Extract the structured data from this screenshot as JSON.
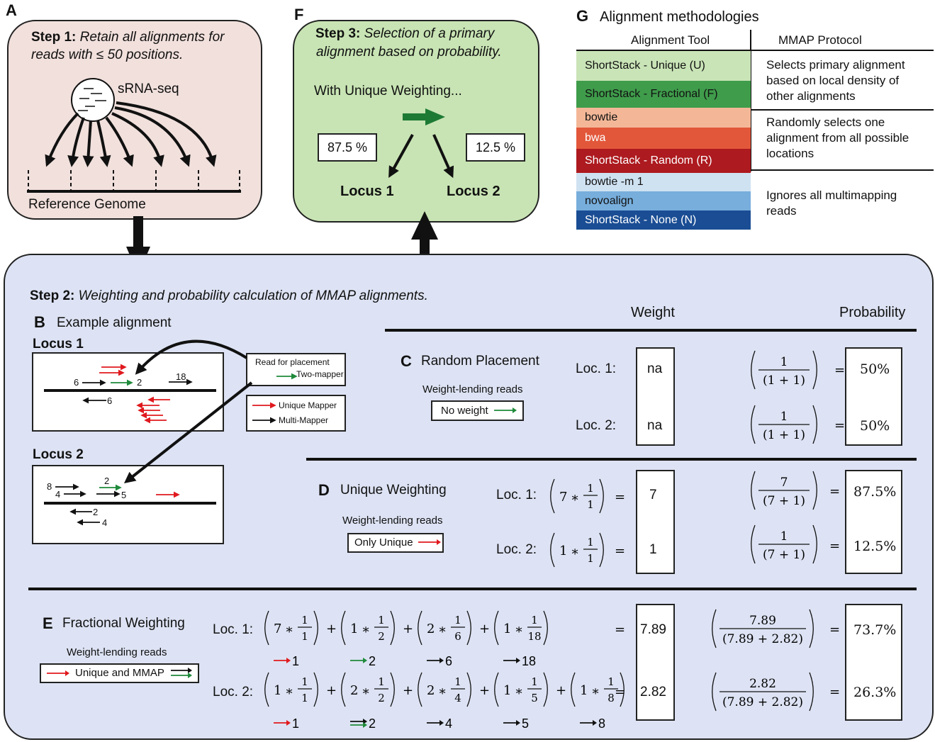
{
  "labels": {
    "a": "A",
    "b": "B",
    "c": "C",
    "d": "D",
    "e": "E",
    "f": "F",
    "g": "G"
  },
  "step1": {
    "bold": "Step 1:",
    "line1": "Retain all alignments for",
    "line2": "reads with ≤ 50 positions.",
    "srna": "sRNA-seq",
    "ref": "Reference Genome"
  },
  "step3": {
    "bold": "Step 3:",
    "line1": "Selection of a primary",
    "line2": "alignment based on probability.",
    "weighting": "With Unique Weighting...",
    "pct1": "87.5 %",
    "pct2": "12.5 %",
    "locus1": "Locus 1",
    "locus2": "Locus 2"
  },
  "g": {
    "title": "Alignment methodologies",
    "col1": "Alignment Tool",
    "col2": "MMAP Protocol",
    "tools": [
      {
        "name": "ShortStack - Unique (U)",
        "color": "#c9e4b7"
      },
      {
        "name": "ShortStack - Fractional (F)",
        "color": "#3f9c4b"
      },
      {
        "name": "bowtie",
        "color": "#f3b797"
      },
      {
        "name": "bwa",
        "color": "#e2573a"
      },
      {
        "name": "ShortStack - Random (R)",
        "color": "#ad1a1f"
      },
      {
        "name": "bowtie -m 1",
        "color": "#cfe2f2"
      },
      {
        "name": "novoalign",
        "color": "#77aedc"
      },
      {
        "name": "ShortStack - None (N)",
        "color": "#1a4d94"
      }
    ],
    "protocols": [
      {
        "l1": "Selects primary alignment",
        "l2": "based on local density of",
        "l3": "other alignments"
      },
      {
        "l1": "Randomly selects one",
        "l2": "alignment from all possible",
        "l3": "locations"
      },
      {
        "l1": "Ignores all multimapping",
        "l2": "reads",
        "l3": ""
      }
    ]
  },
  "step2": {
    "bold": "Step 2:",
    "text": "Weighting and probability calculation of MMAP alignments.",
    "weight_h": "Weight",
    "prob_h": "Probability"
  },
  "b": {
    "title": "Example alignment",
    "locus1": "Locus 1",
    "locus2": "Locus 2",
    "l1_6a": "6",
    "l1_2": "2",
    "l1_18": "18",
    "l1_6b": "6",
    "l2_8": "8",
    "l2_4a": "4",
    "l2_2a": "2",
    "l2_5": "5",
    "l2_2b": "2",
    "l2_4b": "4",
    "legend1_l1": "Read for placement",
    "legend1_l2": "Two-mapper",
    "legend2_l1": "Unique Mapper",
    "legend2_l2": "Multi-Mapper"
  },
  "c": {
    "title": "Random Placement",
    "wlr": "Weight-lending reads",
    "box": "No weight",
    "loc1": "Loc. 1:",
    "loc2": "Loc. 2:",
    "w1": "na",
    "w2": "na",
    "num": "1",
    "den": "(1 + 1)",
    "p1": "50%",
    "p2": "50%"
  },
  "d": {
    "title": "Unique Weighting",
    "wlr": "Weight-lending reads",
    "box": "Only Unique",
    "loc1": "Loc. 1:",
    "loc2": "Loc. 2:",
    "e1a": "7",
    "e2a": "1",
    "one": "1",
    "w1": "7",
    "w2": "1",
    "n1": "7",
    "n2": "1",
    "den": "(7 + 1)",
    "p1": "87.5%",
    "p2": "12.5%"
  },
  "e": {
    "title": "Fractional Weighting",
    "wlr": "Weight-lending reads",
    "box": "Unique and MMAP",
    "loc1": "Loc. 1:",
    "loc2": "Loc. 2:",
    "l1_terms": [
      {
        "a": "7",
        "d": "1",
        "sub": "1",
        "col": "#e0191e",
        "double": false
      },
      {
        "a": "1",
        "d": "2",
        "sub": "2",
        "col": "#1e8a3a",
        "double": false
      },
      {
        "a": "2",
        "d": "6",
        "sub": "6",
        "col": "#111",
        "double": false
      },
      {
        "a": "1",
        "d": "18",
        "sub": "18",
        "col": "#111",
        "double": false
      }
    ],
    "l2_terms": [
      {
        "a": "1",
        "d": "1",
        "sub": "1",
        "col": "#e0191e",
        "double": false
      },
      {
        "a": "2",
        "d": "2",
        "sub": "2",
        "col": "#111",
        "double": true
      },
      {
        "a": "2",
        "d": "4",
        "sub": "4",
        "col": "#111",
        "double": false
      },
      {
        "a": "1",
        "d": "5",
        "sub": "5",
        "col": "#111",
        "double": false
      },
      {
        "a": "1",
        "d": "8",
        "sub": "8",
        "col": "#111",
        "double": false
      }
    ],
    "one": "1",
    "w1": "7.89",
    "w2": "2.82",
    "n1": "7.89",
    "n2": "2.82",
    "den": "(7.89 + 2.82)",
    "p1": "73.7%",
    "p2": "26.3%"
  },
  "sym": {
    "eq": "=",
    "mult": "∗",
    "plus": "+"
  }
}
